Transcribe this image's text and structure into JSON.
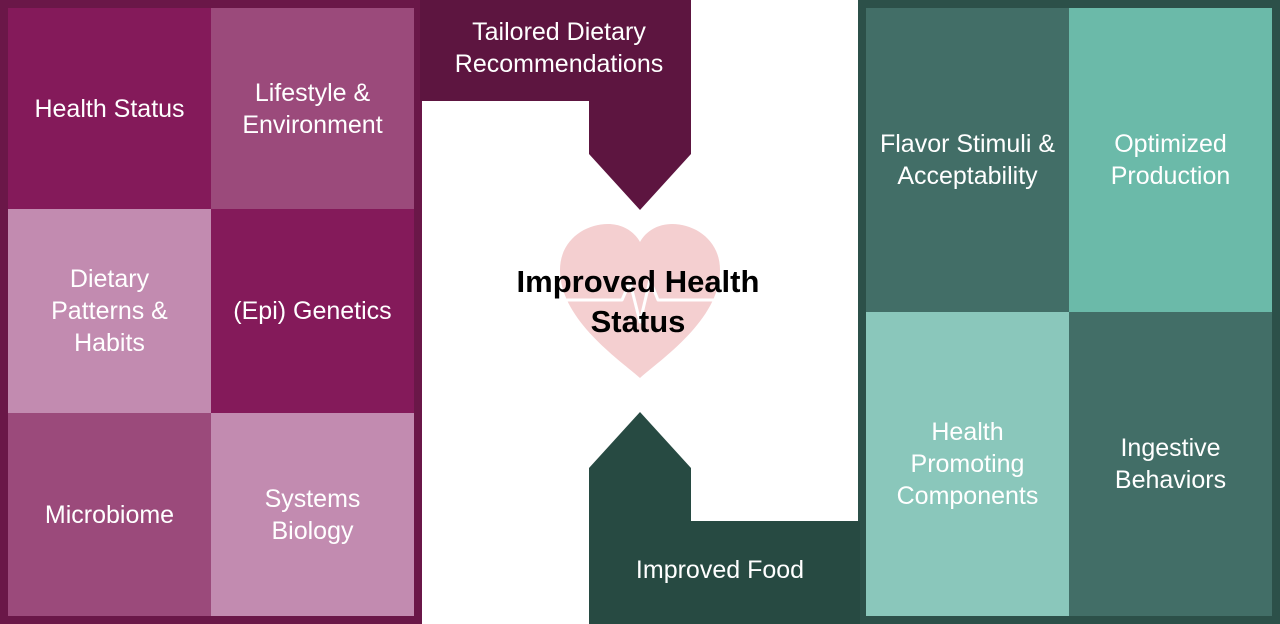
{
  "colors": {
    "purple_dark": "#5d1540",
    "purple_frame": "#6a1748",
    "purple_main": "#841a5a",
    "purple_medium": "#9b4a7b",
    "purple_light": "#c28bb0",
    "green_dark": "#274a42",
    "green_frame": "#2c5049",
    "green_main": "#426e67",
    "green_light": "#6bbaa9",
    "green_pale": "#8ac7bb",
    "heart": "#f4cfd0"
  },
  "left_cells": [
    {
      "label": "Health Status",
      "color": "#841a5a"
    },
    {
      "label": "Lifestyle & Environment",
      "color": "#9b4a7b"
    },
    {
      "label": "Dietary Patterns & Habits",
      "color": "#c28bb0"
    },
    {
      "label": "(Epi) Genetics",
      "color": "#841a5a"
    },
    {
      "label": "Microbiome",
      "color": "#9b4a7b"
    },
    {
      "label": "Systems Biology",
      "color": "#c28bb0"
    }
  ],
  "right_cells": [
    {
      "label": "Flavor Stimuli & Acceptability",
      "color": "#426e67"
    },
    {
      "label": "Optimized Production",
      "color": "#6bbaa9"
    },
    {
      "label": "Health Promoting Components",
      "color": "#8ac7bb"
    },
    {
      "label": "Ingestive Behaviors",
      "color": "#426e67"
    }
  ],
  "top_arrow": {
    "label": "Tailored Dietary Recommendations"
  },
  "bottom_arrow": {
    "label": "Improved Food"
  },
  "center": {
    "title": "Improved Health Status"
  }
}
